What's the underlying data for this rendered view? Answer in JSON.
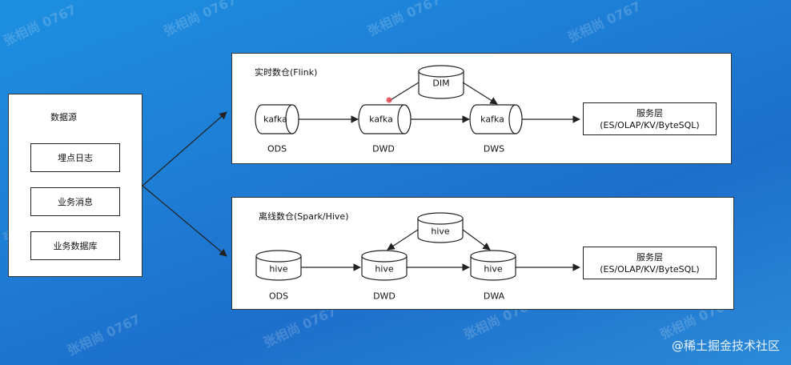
{
  "source": {
    "title": "数据源",
    "items": [
      "埋点日志",
      "业务消息",
      "业务数据库"
    ]
  },
  "realtime": {
    "title": "实时数仓(Flink)",
    "dim_label": "DIM",
    "nodes": [
      {
        "text": "kafka",
        "layer": "ODS"
      },
      {
        "text": "kafka",
        "layer": "DWD"
      },
      {
        "text": "kafka",
        "layer": "DWS"
      }
    ],
    "service": {
      "line1": "服务层",
      "line2": "(ES/OLAP/KV/ByteSQL)"
    }
  },
  "offline": {
    "title": "离线数仓(Spark/Hive)",
    "dim_label": "hive",
    "nodes": [
      {
        "text": "hive",
        "layer": "ODS"
      },
      {
        "text": "hive",
        "layer": "DWD"
      },
      {
        "text": "hive",
        "layer": "DWA"
      }
    ],
    "service": {
      "line1": "服务层",
      "line2": "(ES/OLAP/KV/ByteSQL)"
    }
  },
  "watermark_text": "张相尚 0767",
  "footer": "@稀土掘金技术社区",
  "colors": {
    "background": "#1e7fd6",
    "box": "#ffffff",
    "line": "#222222"
  }
}
